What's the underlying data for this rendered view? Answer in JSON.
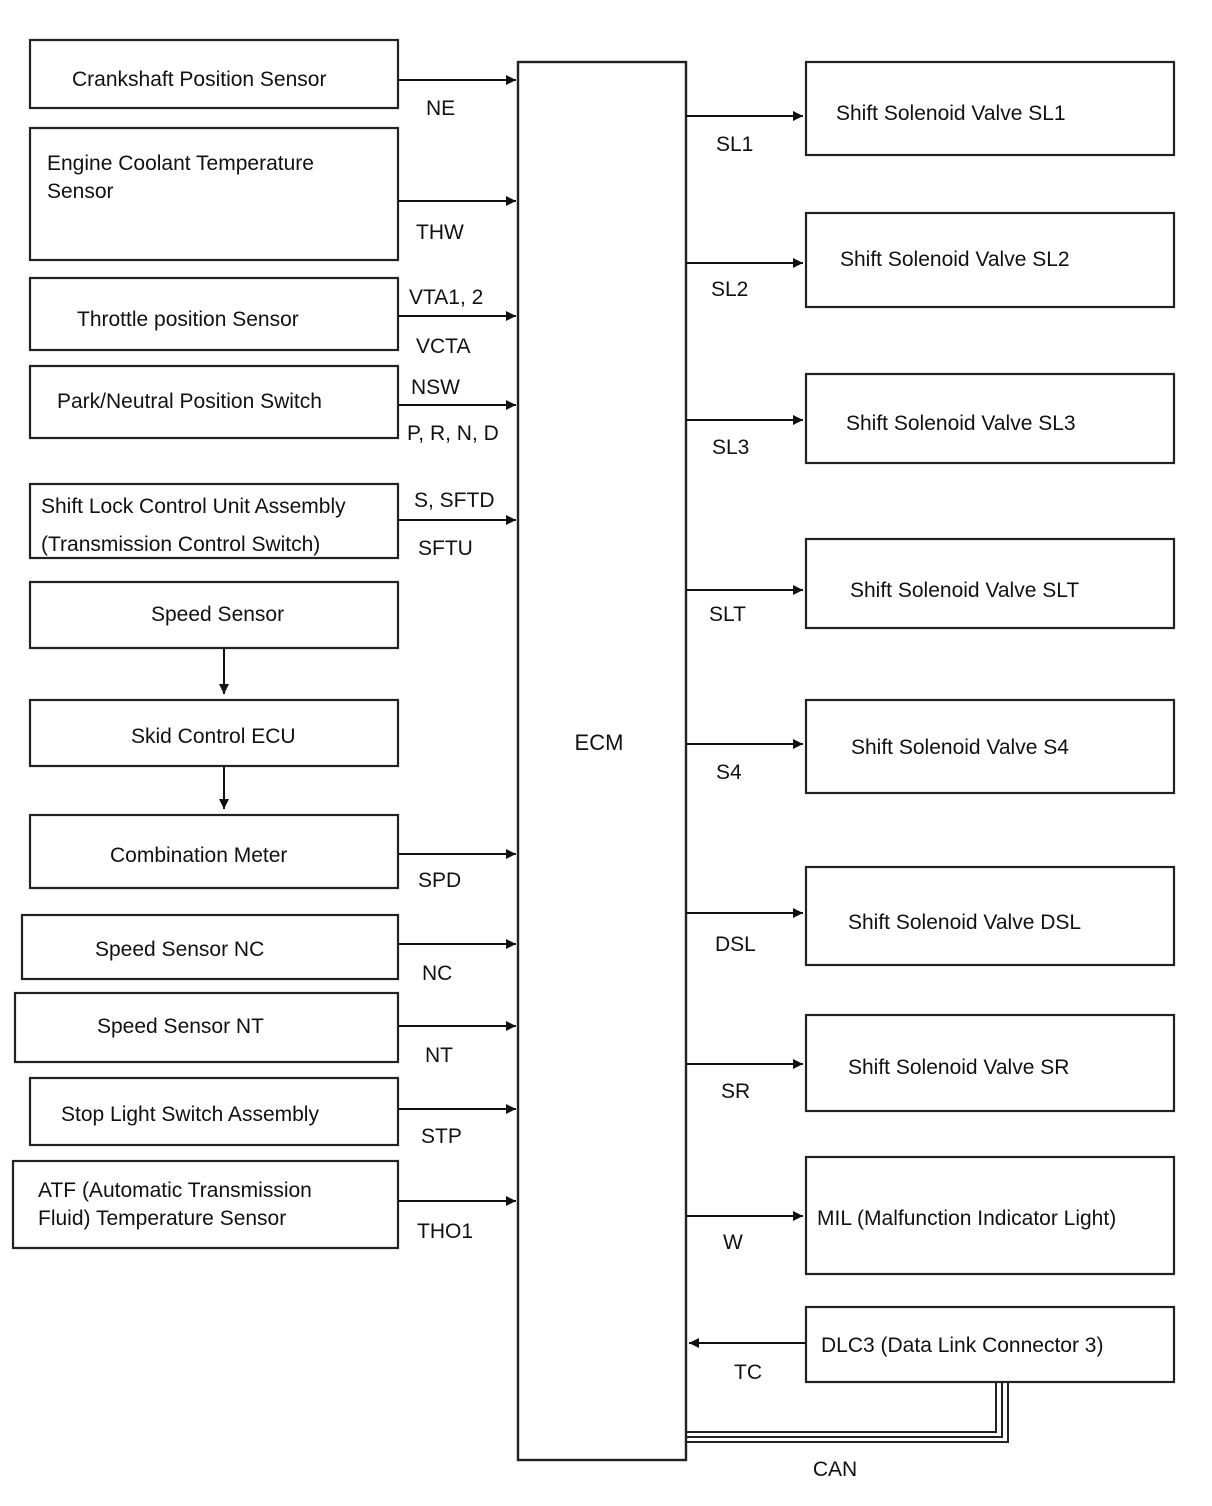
{
  "ecm": {
    "label": "ECM"
  },
  "inputs": [
    {
      "id": "crank",
      "lines": [
        "Crankshaft Position Sensor"
      ],
      "signals": [
        "NE"
      ]
    },
    {
      "id": "coolant",
      "lines": [
        "Engine Coolant Temperature",
        "Sensor"
      ],
      "signals": [
        "THW"
      ]
    },
    {
      "id": "throttle",
      "lines": [
        "Throttle position Sensor"
      ],
      "signals": [
        "VTA1, 2",
        "VCTA"
      ]
    },
    {
      "id": "park",
      "lines": [
        "Park/Neutral Position Switch"
      ],
      "signals": [
        "NSW",
        "P, R, N, D"
      ]
    },
    {
      "id": "shiftlock",
      "lines": [
        "Shift Lock Control Unit Assembly",
        "(Transmission Control Switch)"
      ],
      "signals": [
        "S, SFTD",
        "SFTU"
      ]
    },
    {
      "id": "speed",
      "lines": [
        "Speed Sensor"
      ],
      "signals": []
    },
    {
      "id": "skid",
      "lines": [
        "Skid Control ECU"
      ],
      "signals": []
    },
    {
      "id": "meter",
      "lines": [
        "Combination Meter"
      ],
      "signals": [
        "SPD"
      ]
    },
    {
      "id": "nc",
      "lines": [
        "Speed Sensor NC"
      ],
      "signals": [
        "NC"
      ]
    },
    {
      "id": "nt",
      "lines": [
        "Speed Sensor NT"
      ],
      "signals": [
        "NT"
      ]
    },
    {
      "id": "stop",
      "lines": [
        "Stop Light Switch Assembly"
      ],
      "signals": [
        "STP"
      ]
    },
    {
      "id": "atf",
      "lines": [
        "ATF (Automatic Transmission",
        "Fluid) Temperature Sensor"
      ],
      "signals": [
        "THO1"
      ]
    }
  ],
  "outputs": [
    {
      "id": "sl1",
      "label": "Shift Solenoid Valve SL1",
      "signal": "SL1"
    },
    {
      "id": "sl2",
      "label": "Shift Solenoid Valve SL2",
      "signal": "SL2"
    },
    {
      "id": "sl3",
      "label": "Shift Solenoid Valve SL3",
      "signal": "SL3"
    },
    {
      "id": "slt",
      "label": "Shift Solenoid Valve SLT",
      "signal": "SLT"
    },
    {
      "id": "s4",
      "label": "Shift Solenoid Valve S4",
      "signal": "S4"
    },
    {
      "id": "dsl",
      "label": "Shift Solenoid Valve DSL",
      "signal": "DSL"
    },
    {
      "id": "sr",
      "label": "Shift Solenoid Valve SR",
      "signal": "SR"
    },
    {
      "id": "mil",
      "label": "MIL (Malfunction Indicator Light)",
      "signal": "W"
    },
    {
      "id": "dlc3",
      "label": "DLC3 (Data Link Connector 3)",
      "signal": "TC"
    }
  ],
  "can_label": "CAN"
}
